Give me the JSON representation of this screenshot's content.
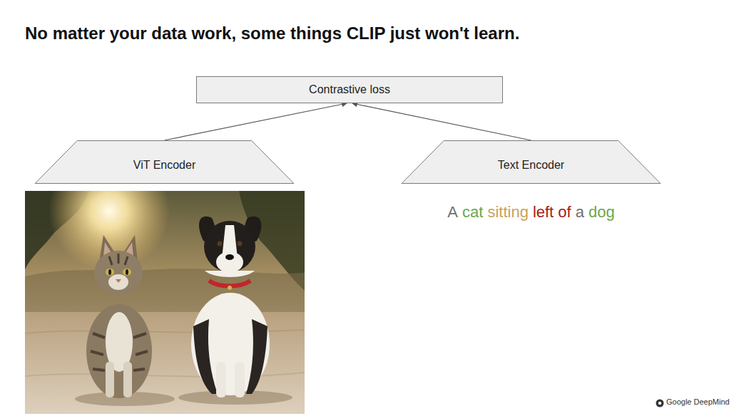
{
  "diagram": {
    "title": "No matter your data work, some things CLIP just won't learn.",
    "nodes": [
      {
        "text": [
          "Contrastive loss"
        ]
      },
      {
        "text": [
          "ViT Encoder"
        ]
      },
      {
        "text": [
          "Text Encoder"
        ]
      }
    ],
    "edges": [
      {
        "from": 1,
        "to": 0,
        "arrow": "to"
      },
      {
        "from": 2,
        "to": 0,
        "arrow": "to"
      }
    ],
    "labels": [
      "A",
      "cat",
      "sitting",
      "left of",
      "a",
      "dog",
      "Google DeepMind"
    ]
  }
}
